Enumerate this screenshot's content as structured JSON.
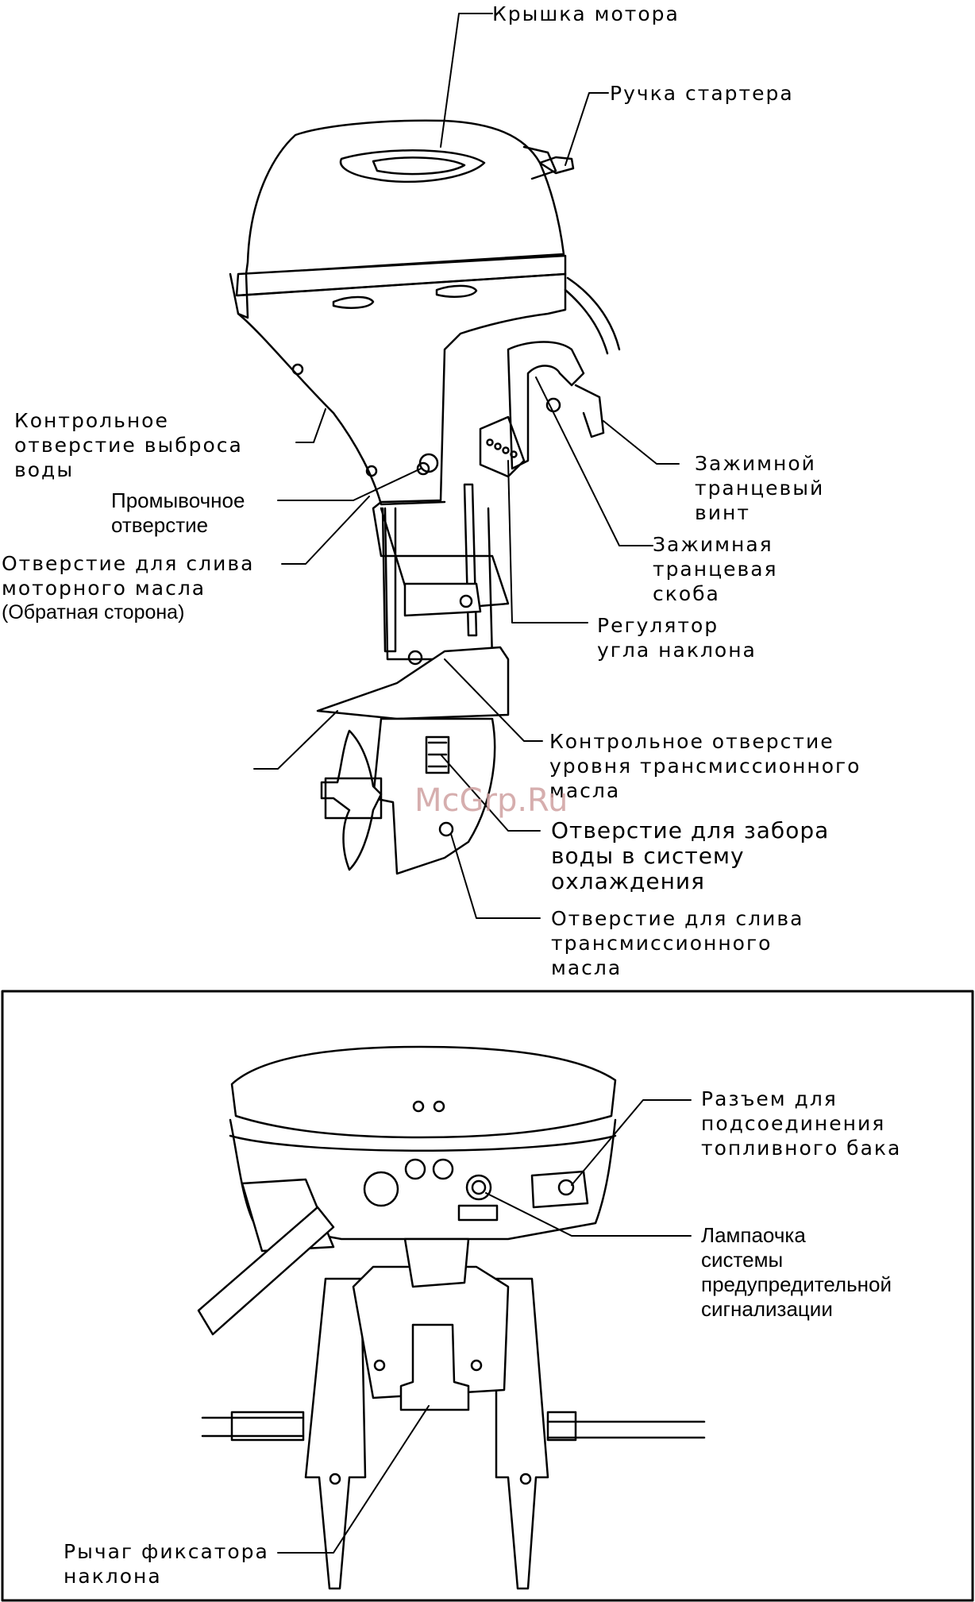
{
  "top_labels": {
    "motor_cover": [
      "Крышка мотора"
    ],
    "starter_handle": [
      "Ручка стартера"
    ],
    "water_outlet": [
      "Контрольное",
      "отверстие выброса",
      "воды"
    ],
    "flush_port": [
      "Промывочное",
      "отверстие"
    ],
    "oil_drain": [
      "Отверстие для слива",
      "моторного масла",
      "(Обратная сторона)"
    ],
    "clamp_screw": [
      "Зажимной",
      "транцевый",
      "винт"
    ],
    "clamp_bracket": [
      "Зажимная",
      "транцевая",
      "скоба"
    ],
    "trim_adjuster": [
      "Регулятор",
      "угла наклона"
    ],
    "gear_oil_level": [
      "Контрольное отверстие",
      "уровня трансмиссионного",
      "масла"
    ],
    "water_intake": [
      "Отверстие для забора",
      "воды в  систему",
      "охлаждения"
    ],
    "gear_oil_drain": [
      "Отверстие для слива",
      "трансмиссионного",
      "масла"
    ]
  },
  "bottom_labels": {
    "fuel_connector": [
      "Разъем для",
      "подсоединения",
      "топливного бака"
    ],
    "warning_lamp": [
      "Лампаочка",
      "системы",
      "предупредительной",
      "сигнализации"
    ],
    "tilt_lock_lever": [
      "Рычаг фиксатора",
      "наклона"
    ]
  },
  "watermark": "McGrp.Ru"
}
